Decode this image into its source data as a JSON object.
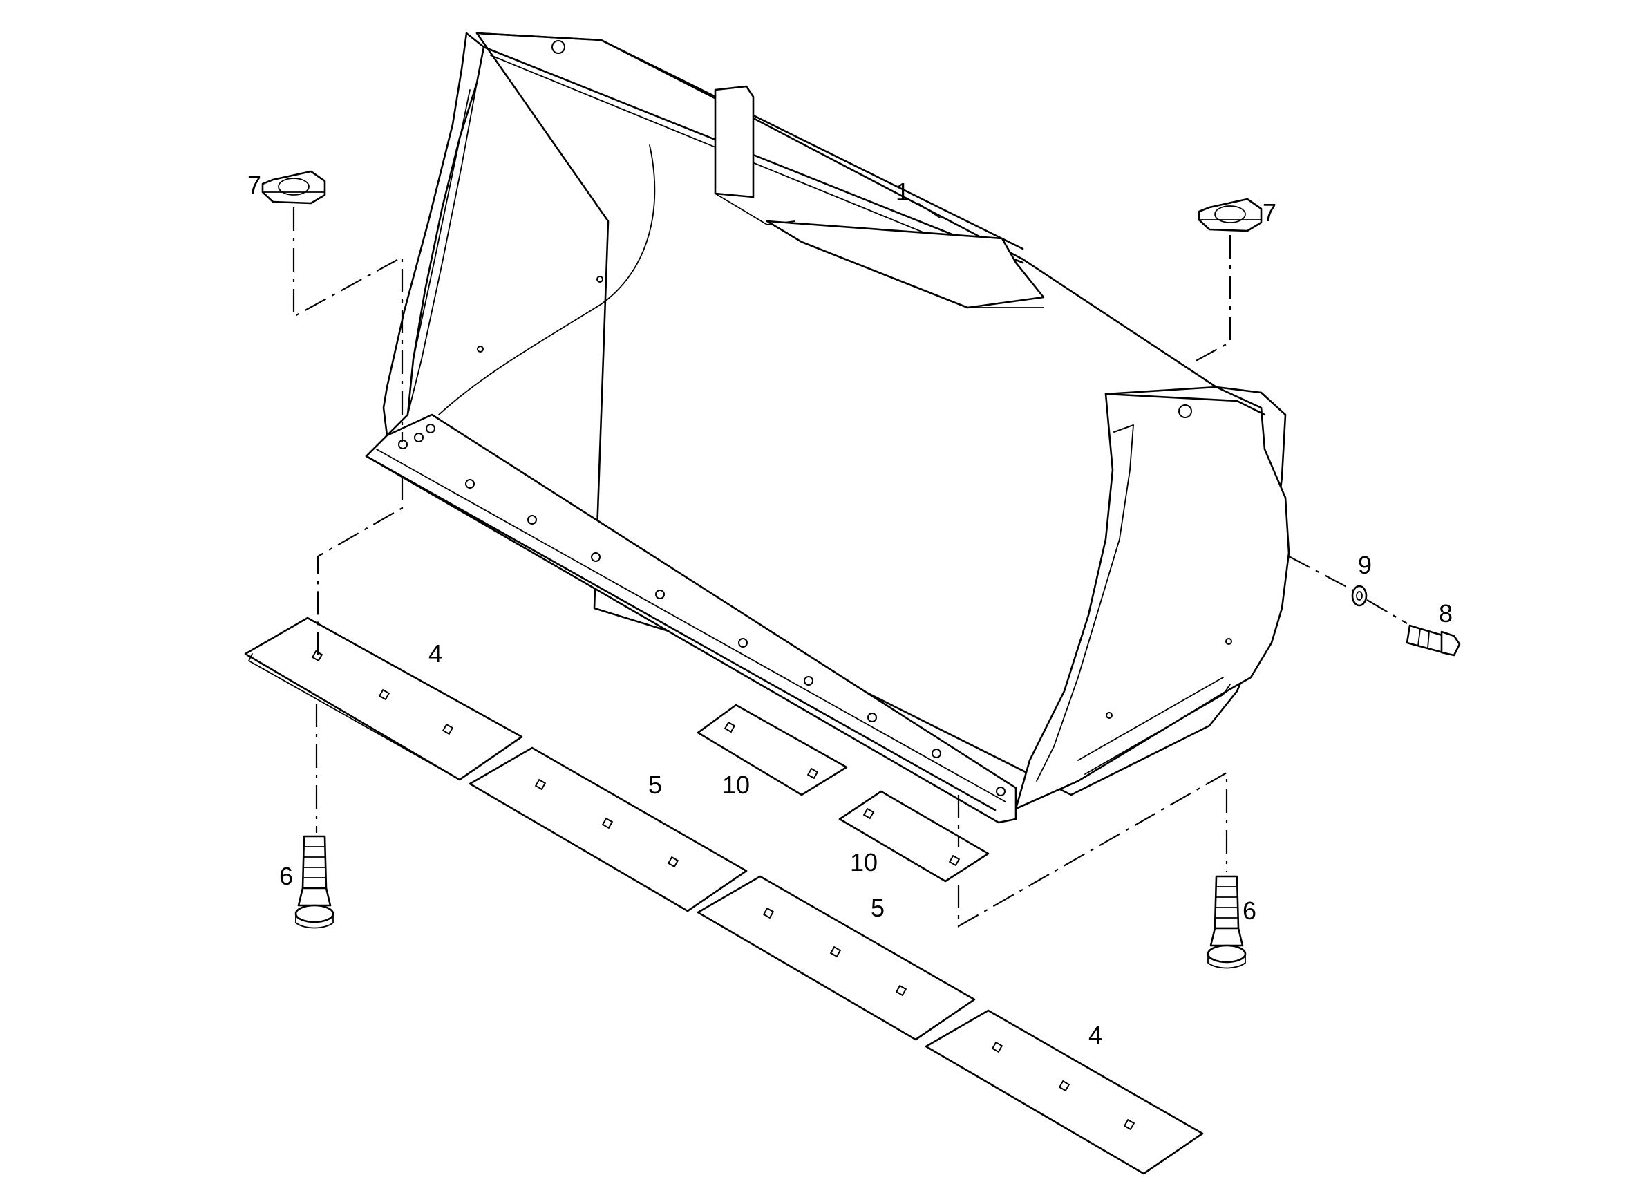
{
  "callouts": {
    "bucket": "1",
    "edge_left": "4",
    "edge_right": "4",
    "edge_mid_left": "5",
    "edge_mid_right": "5",
    "bolt_left": "6",
    "bolt_right": "6",
    "nut_left": "7",
    "nut_right": "7",
    "screw": "8",
    "washer": "9",
    "plate_upper": "10",
    "plate_lower": "10"
  }
}
